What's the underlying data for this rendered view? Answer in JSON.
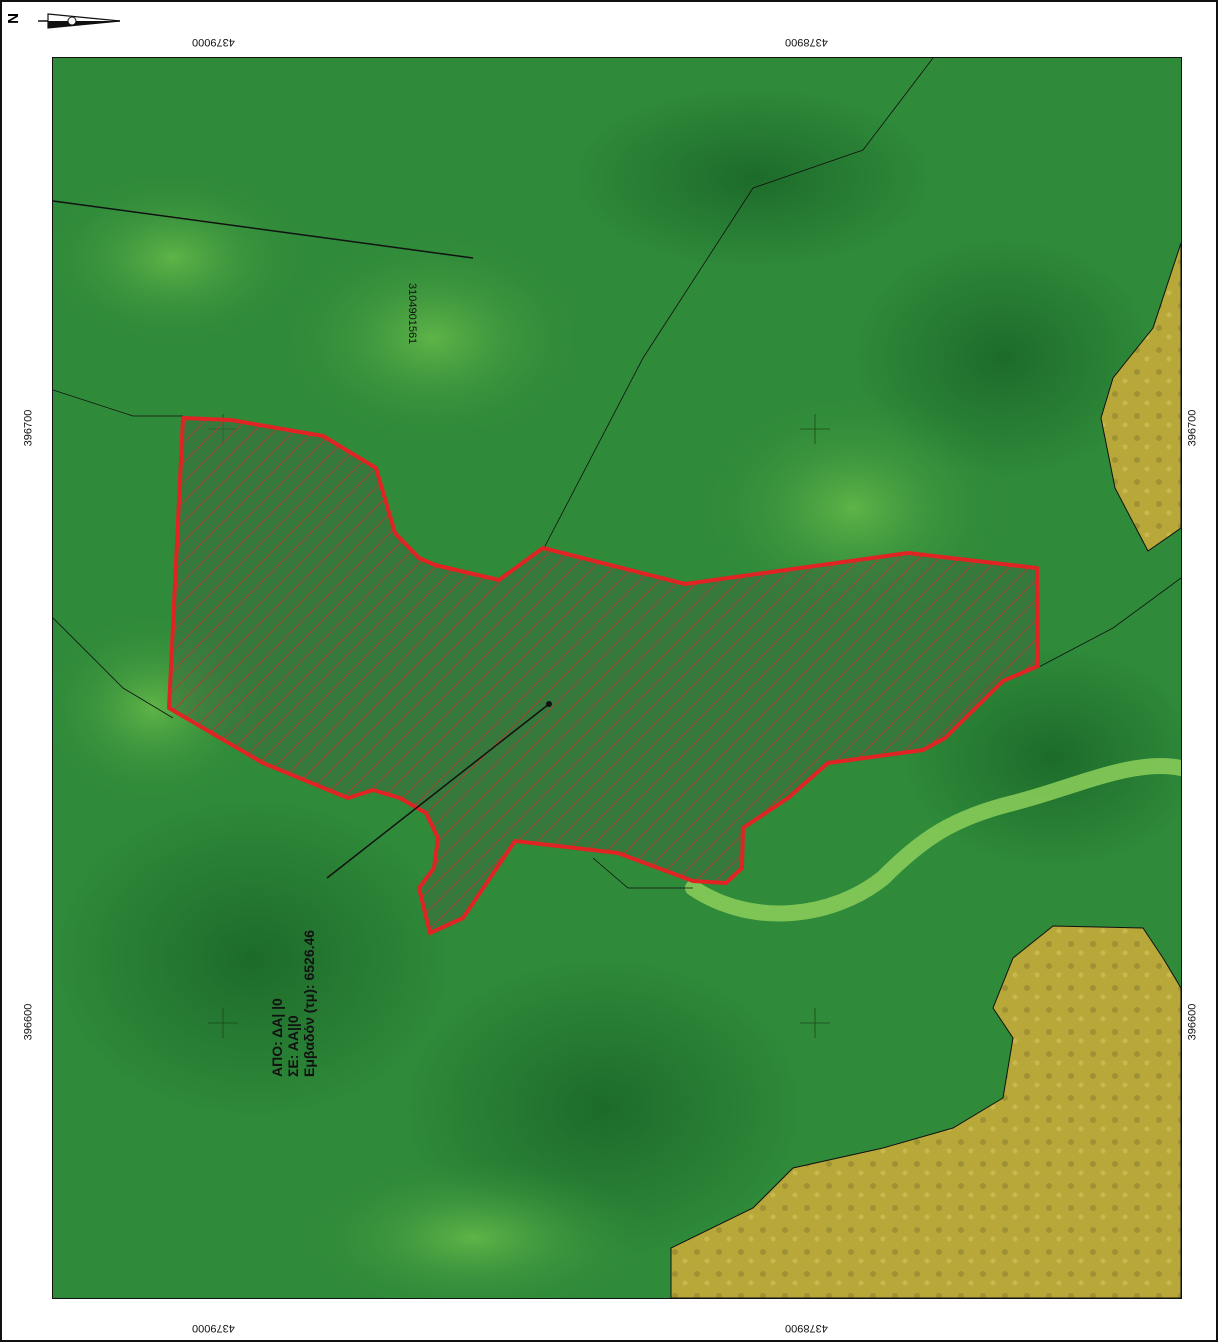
{
  "north_label": "N",
  "top_ticks": [
    "4379000",
    "4378900"
  ],
  "bottom_ticks": [
    "4379000",
    "4378900"
  ],
  "left_ticks": [
    "396700",
    "396600"
  ],
  "right_ticks": [
    "396700",
    "396600"
  ],
  "parcel_id": "3104901561",
  "annotation": {
    "line1": "ΑΠΟ: ΔΑ|  |0",
    "line2": "ΣΕ:  ΑΑ||0",
    "line3": "Εμβαδόν (τμ): 6526.46"
  },
  "colors": {
    "forest": "#2f8a3a",
    "forest_light": "#6cbf4a",
    "agricultural": "#b8a83a",
    "parcel_outline": "#e02424",
    "boundary_line": "#111111"
  }
}
